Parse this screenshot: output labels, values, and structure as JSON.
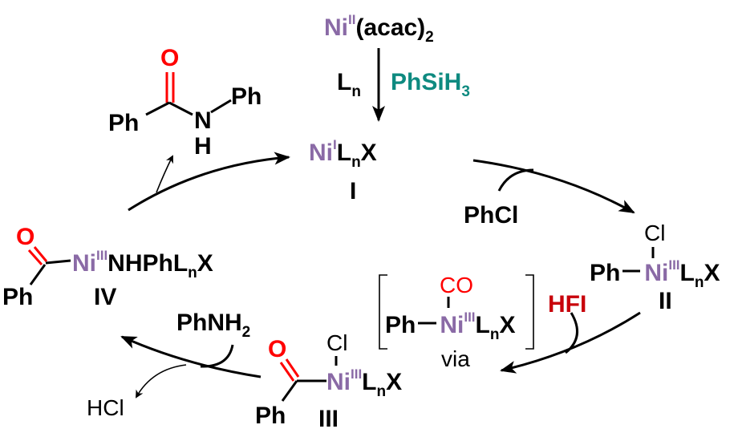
{
  "colors": {
    "nickel": "#8a6aa6",
    "oxygen": "#ff0000",
    "hfi": "#c8000a",
    "silane": "#0e8a80"
  },
  "precursor": {
    "metal": "Ni",
    "ox": "II",
    "ligand": "(acac)",
    "sub": "2"
  },
  "reagents": {
    "ligand": "L",
    "ligand_sub": "n",
    "silane": "PhSiH",
    "silane_sub": "3",
    "aryl_halide": "PhCl",
    "solvent": "HFI",
    "amine": "PhNH",
    "amine_sub": "2",
    "byproduct": "HCl"
  },
  "species": {
    "I": {
      "label": "I",
      "metal": "Ni",
      "ox": "I",
      "L": "L",
      "n": "n",
      "X": "X"
    },
    "II": {
      "label": "II",
      "Cl": "Cl",
      "Ph": "Ph",
      "metal": "Ni",
      "ox": "III",
      "L": "L",
      "n": "n",
      "X": "X"
    },
    "intermediate": {
      "CO": "CO",
      "Ph": "Ph",
      "metal": "Ni",
      "ox": "III",
      "L": "L",
      "n": "n",
      "X": "X",
      "note": "via"
    },
    "III": {
      "label": "III",
      "O": "O",
      "Cl": "Cl",
      "Ph": "Ph",
      "metal": "Ni",
      "ox": "III",
      "L": "L",
      "n": "n",
      "X": "X"
    },
    "IV": {
      "label": "IV",
      "O": "O",
      "Ph": "Ph",
      "metal": "Ni",
      "ox": "III",
      "rest": "NHPhL",
      "n": "n",
      "X": "X"
    }
  },
  "product": {
    "O": "O",
    "Ph_left": "Ph",
    "N": "N",
    "H": "H",
    "Ph_right": "Ph"
  }
}
